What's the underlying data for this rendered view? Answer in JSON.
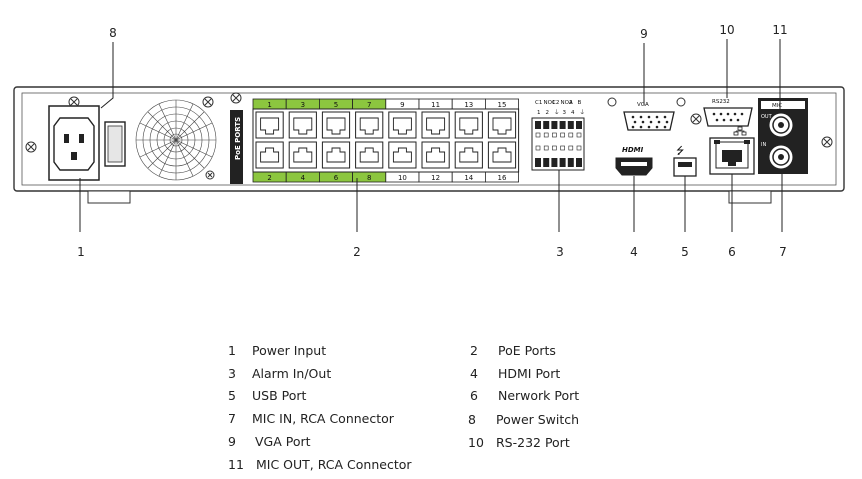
{
  "panel": {
    "poe_label": "PoE PORTS",
    "poe_top_ports": [
      "1",
      "3",
      "5",
      "7",
      "9",
      "11",
      "13",
      "15"
    ],
    "poe_bottom_ports": [
      "2",
      "4",
      "6",
      "8",
      "10",
      "12",
      "14",
      "16"
    ],
    "alarm_top_labels": [
      "C1",
      "NO1",
      "C2",
      "NO2",
      "A",
      "B"
    ],
    "alarm_num_labels": [
      "1",
      "2",
      "⏚",
      "3",
      "4",
      "⏚"
    ],
    "vga_label": "VGA",
    "rs232_label": "RS232",
    "mic_label": "MIC",
    "mic_out_label": "OUT",
    "mic_in_label": "IN",
    "hdmi_label": "HDMI",
    "usb_symbol": "⭍"
  },
  "callouts": {
    "top": [
      "8",
      "9",
      "10",
      "11"
    ],
    "bottom": [
      "1",
      "2",
      "3",
      "4",
      "5",
      "6",
      "7"
    ]
  },
  "legend": [
    {
      "num": "1",
      "label": "Power Input"
    },
    {
      "num": "2",
      "label": "PoE Ports"
    },
    {
      "num": "3",
      "label": "Alarm In/Out"
    },
    {
      "num": "4",
      "label": "HDMI Port"
    },
    {
      "num": "5",
      "label": "USB Port"
    },
    {
      "num": "6",
      "label": "Nerwork Port"
    },
    {
      "num": "7",
      "label": "MIC IN, RCA Connector"
    },
    {
      "num": "8",
      "label": "Power Switch"
    },
    {
      "num": "9",
      "label": "VGA Port"
    },
    {
      "num": "10",
      "label": "RS-232 Port"
    },
    {
      "num": "11",
      "label": "MIC OUT, RCA Connector"
    }
  ],
  "colors": {
    "poe_green": "#8cc63f",
    "chassis_line": "#333333"
  }
}
